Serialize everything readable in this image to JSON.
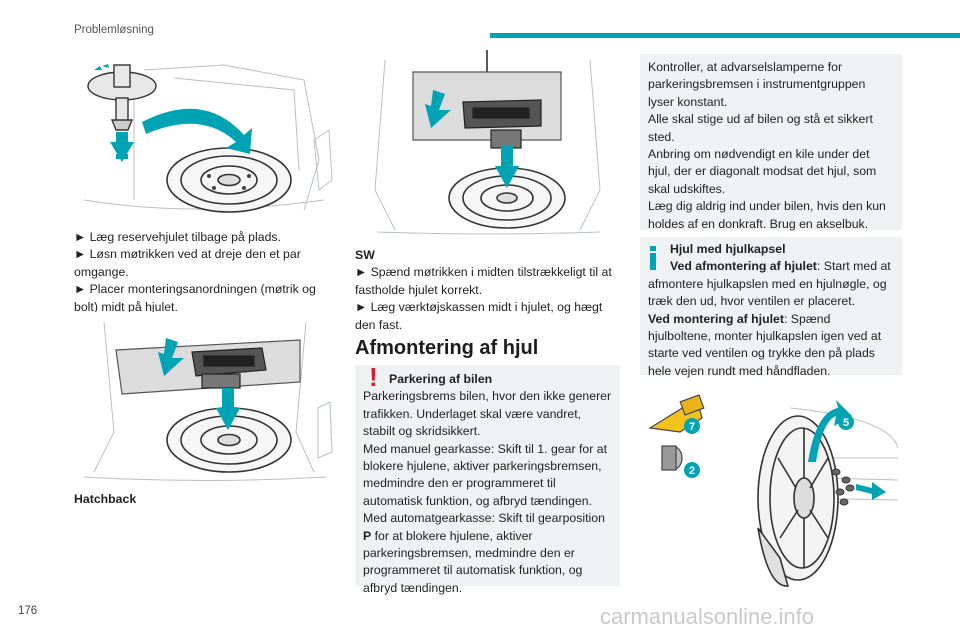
{
  "header": {
    "section": "Problemløsning",
    "accent_color": "#00a3b4"
  },
  "left": {
    "bullets": [
      "► Læg reservehjulet tilbage på plads.",
      "► Løsn møtrikken ved at dreje den et par omgange.",
      "► Placer monteringsanordningen (møtrik og bolt) midt på hjulet."
    ],
    "caption_hatchback": "Hatchback"
  },
  "middle": {
    "sw_label": "SW",
    "bullets": [
      "► Spænd møtrikken i midten tilstrækkeligt til at fastholde hjulet korrekt.",
      "► Læg værktøjskassen midt i hjulet, og hægt den fast."
    ],
    "heading": "Afmontering af hjul",
    "warning": {
      "icon": "exclamation-icon",
      "title": "Parkering af bilen",
      "lines": [
        "Parkeringsbrems bilen, hvor den ikke generer trafikken. Underlaget skal være vandret, stabilt og skridsikkert.",
        "Med manuel gearkasse: Skift til 1. gear for at blokere hjulene, aktiver parkeringsbremsen, medmindre den er programmeret til automatisk funktion, og afbryd tændingen."
      ],
      "auto_before": "Med automatgearkasse: Skift til gearposition ",
      "auto_gear": "P",
      "auto_after": " for at blokere hjulene, aktiver parkeringsbremsen, medmindre den er programmeret til automatisk funktion, og afbryd tændingen."
    }
  },
  "right": {
    "top_box": [
      "Kontroller, at advarselslamperne for parkeringsbremsen i instrumentgruppen lyser konstant.",
      "Alle skal stige ud af bilen og stå et sikkert sted.",
      "Anbring om nødvendigt en kile under det hjul, der er diagonalt modsat det hjul, som skal udskiftes.",
      "Læg dig aldrig ind under bilen, hvis den kun holdes af en donkraft. Brug en akselbuk."
    ],
    "info_box": {
      "icon": "info-icon",
      "title": "Hjul med hjulkapsel",
      "p1_bold": "Ved afmontering af hjulet",
      "p1_rest": ": Start med at afmontere hjulkapslen med en hjulnøgle, og træk den ud, hvor ventilen er placeret.",
      "p2_bold": "Ved montering af hjulet",
      "p2_rest": ": Spænd hjulboltene, monter hjulkapslen igen ved at starte ved ventilen og trykke den på plads hele vejen rundt med håndfladen."
    },
    "figure_labels": [
      "7",
      "5",
      "2"
    ]
  },
  "footer": {
    "page_number": "176",
    "watermark": "carmanualsonline.info"
  }
}
